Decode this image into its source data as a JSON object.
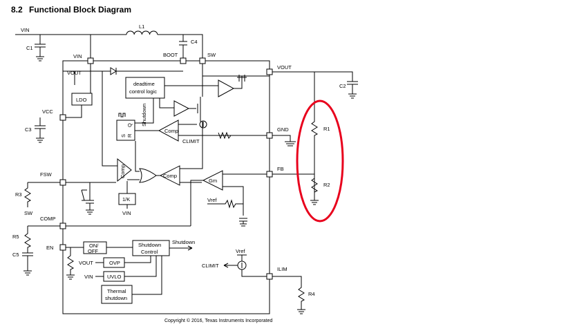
{
  "section": {
    "number": "8.2",
    "title": "Functional Block Diagram"
  },
  "pins": {
    "vin_top": "VIN",
    "vin_pin": "VIN",
    "boot": "BOOT",
    "sw": "SW",
    "vcc": "VCC",
    "fsw": "FSW",
    "comp": "COMP",
    "en": "EN",
    "vout": "VOUT",
    "gnd": "GND",
    "fb": "FB",
    "ilim": "ILIM",
    "sw_bottom": "SW"
  },
  "components": {
    "L1": "L1",
    "C1": "C1",
    "C2": "C2",
    "C3": "C3",
    "C4": "C4",
    "C5": "C5",
    "R1": "R1",
    "R2": "R2",
    "R3": "R3",
    "R4": "R4",
    "R5": "R5"
  },
  "blocks": {
    "ldo": "LDO",
    "vout_ldo": "VOUT",
    "deadtime": [
      "deadtime",
      "control logic"
    ],
    "comp": "Comp",
    "gm": "Gm",
    "div": "1/K",
    "onoff": [
      "ON/",
      "OFF"
    ],
    "shutdown_control": [
      "Shutdown",
      "Control"
    ],
    "ovp": "OVP",
    "uvlo": "UVLO",
    "thermal": [
      "Thermal",
      "shutdown"
    ],
    "vout_ovp": "VOUT",
    "vin_uvlo": "VIN",
    "vin_div": "VIN",
    "sr": {
      "s": "S",
      "r": "R",
      "q": "Q"
    }
  },
  "signals": {
    "shutdown_vertical": "Shutdown",
    "shutdown_out": "Shutdown",
    "climit1": "CLIMIT",
    "climit2": "CLIMIT",
    "vref1": "Vref",
    "vref2": "Vref"
  },
  "copyright": "Copyright © 2016, Texas Instruments Incorporated",
  "colors": {
    "annotation": "#e8001c",
    "line": "#000000"
  }
}
